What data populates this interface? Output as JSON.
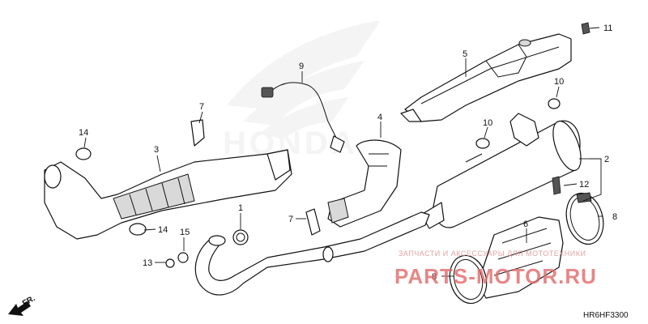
{
  "diagram": {
    "brand_logo": "HONDA",
    "code": "HR6HF3300",
    "direction_label": "FR.",
    "callouts": [
      "1",
      "2",
      "3",
      "4",
      "5",
      "6",
      "7",
      "7",
      "8",
      "8",
      "9",
      "10",
      "10",
      "11",
      "12",
      "13",
      "14",
      "14",
      "15"
    ]
  },
  "watermark": {
    "line1": "ЗАПЧАСТИ И АКСЕССУАРЫ ДЛЯ МОТОТЕХНИКИ",
    "line2": "PARTS-MOTOR.RU"
  },
  "colors": {
    "ink": "#111111",
    "logo": "#e6e6e6",
    "watermark": "#e06a6a"
  }
}
